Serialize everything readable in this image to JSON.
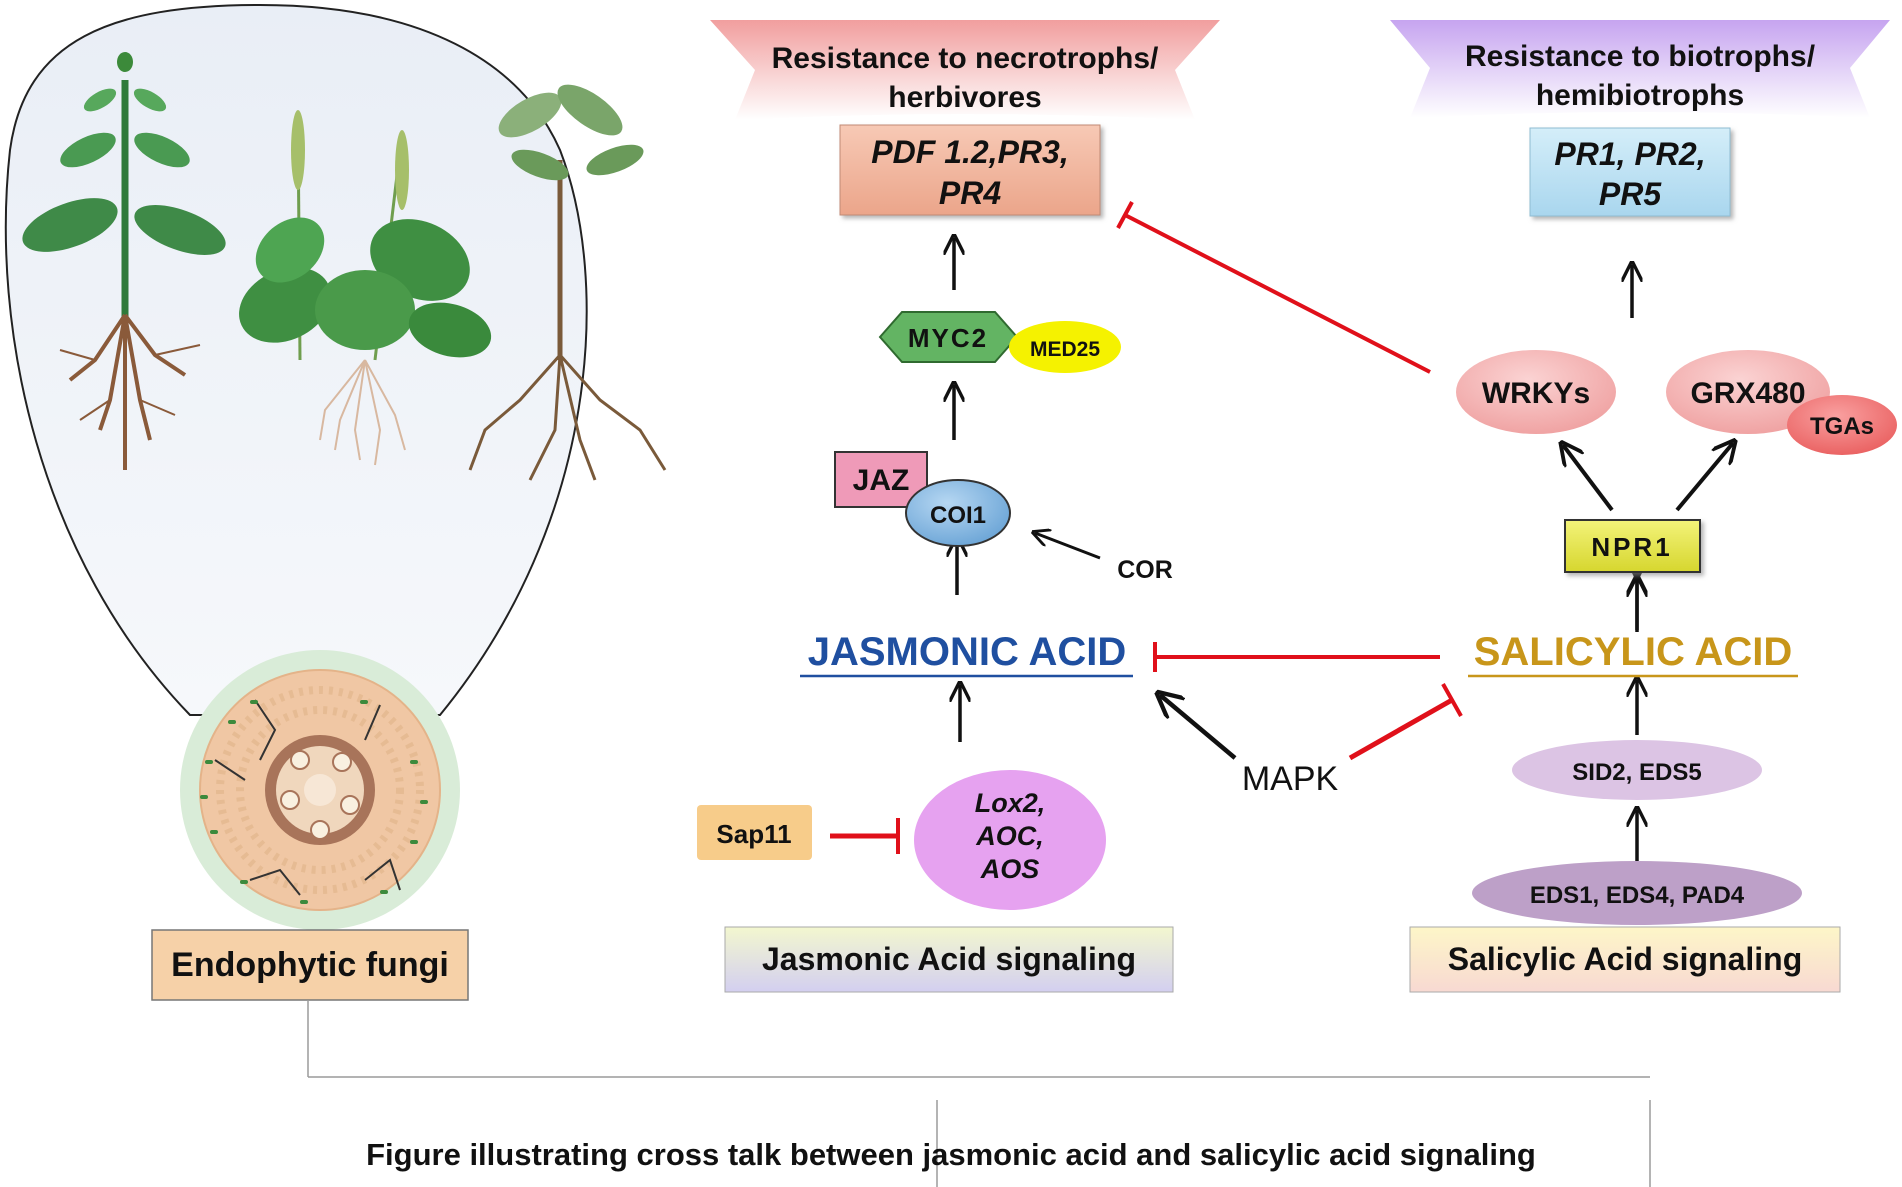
{
  "necro_banner": {
    "line1": "Resistance to necrotrophs/",
    "line2": "herbivores"
  },
  "bio_banner": {
    "line1": "Resistance to biotrophs/",
    "line2": "hemibiotrophs"
  },
  "ja_genes": {
    "line1": "PDF 1.2,PR3,",
    "line2": "PR4"
  },
  "sa_genes": {
    "line1": "PR1, PR2,",
    "line2": "PR5"
  },
  "nodes": {
    "myc2": "MYC2",
    "med25": "MED25",
    "jaz": "JAZ",
    "coi1": "COI1",
    "cor": "COR",
    "jasmonic_acid": "JASMONIC ACID",
    "salicylic_acid": "SALICYLIC ACID",
    "mapk": "MAPK",
    "sap11": "Sap11",
    "lox": {
      "line1": "Lox2,",
      "line2": "AOC,",
      "line3": "AOS"
    },
    "wrkys": "WRKYs",
    "grx480": "GRX480",
    "tgas": "TGAs",
    "npr1": "NPR1",
    "sid2_eds5": "SID2, EDS5",
    "eds1_group": "EDS1, EDS4, PAD4"
  },
  "labels": {
    "endophytic_fungi": "Endophytic fungi",
    "ja_signaling": "Jasmonic Acid signaling",
    "sa_signaling": "Salicylic Acid signaling"
  },
  "caption": "Figure illustrating cross talk between jasmonic acid and salicylic acid signaling",
  "colors": {
    "activation_arrow": "#111111",
    "inhibition": "#e0101a",
    "jasmonic_acid": "#1f4fa0",
    "salicylic_acid": "#c8961a",
    "necro_banner": "#f2a5a5",
    "bio_banner": "#c9a9f0",
    "ja_genes_box": "#f1b49b",
    "sa_genes_box": "#bfe2f3",
    "myc2": "#63b463",
    "med25": "#f5f200",
    "jaz": "#ef9ab8",
    "coi1": "#7fb5e0",
    "lox": "#e6a2f0",
    "sap11": "#f7cc8a",
    "wrkys": "#f3a9a9",
    "grx480": "#f3a9a9",
    "tgas": "#f07070",
    "npr1": "#e8e85a",
    "sid2_eds5": "#dcc4e4",
    "eds1_group": "#bda0c8"
  },
  "icons": [
    "plant-icon",
    "fungus-root-cross-section-icon"
  ]
}
